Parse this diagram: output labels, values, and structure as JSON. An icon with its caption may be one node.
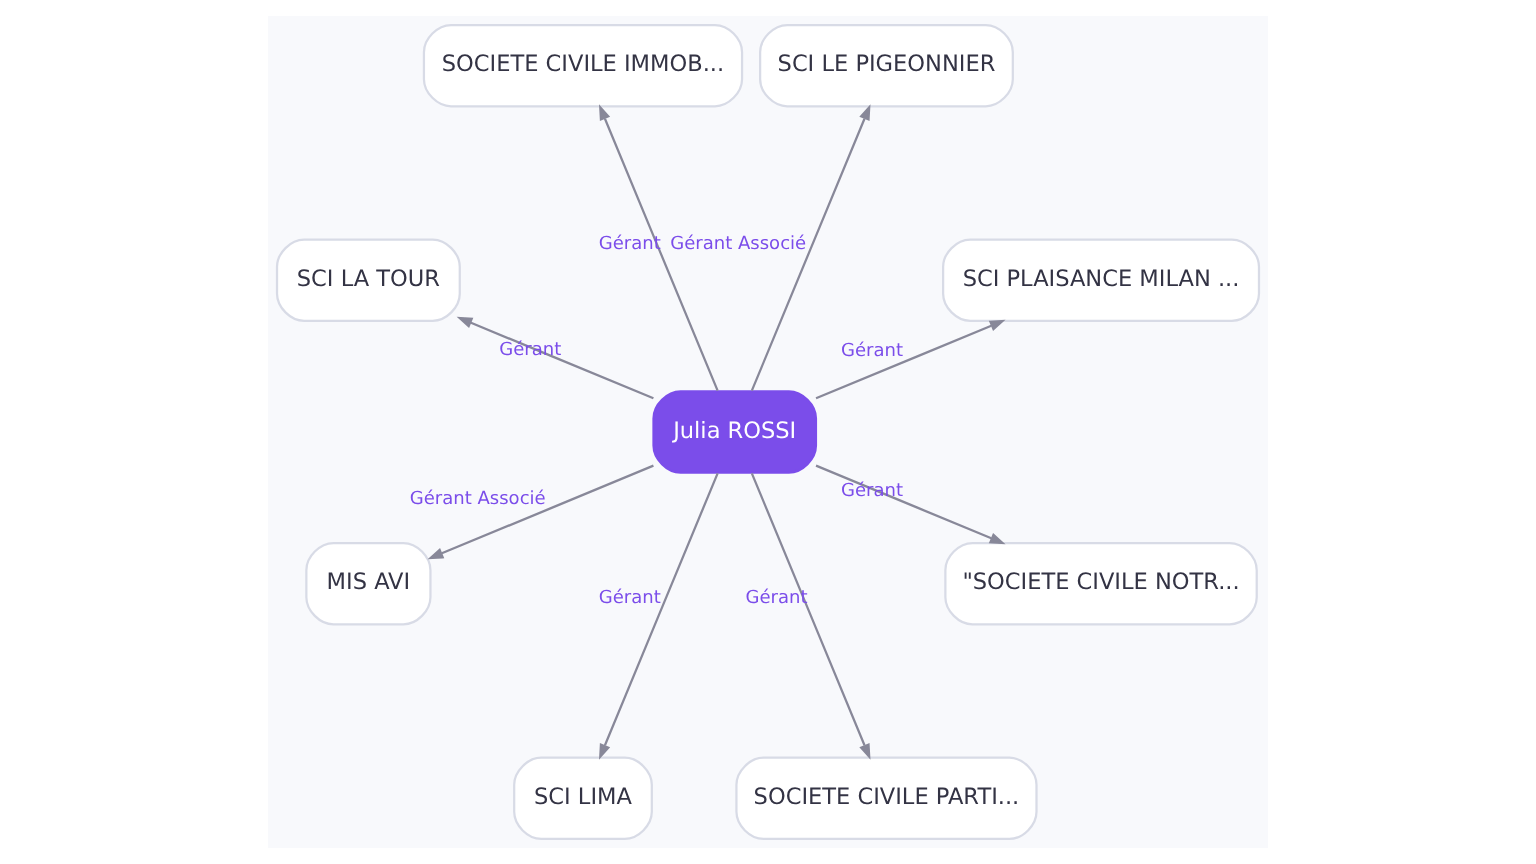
{
  "diagram": {
    "nodes": [
      {
        "text": [
          "Julia ROSSI"
        ]
      },
      {
        "text": [
          "SCI PLAISANCE MILAN ..."
        ]
      },
      {
        "text": [
          "SCI LE PIGEONNIER"
        ]
      },
      {
        "text": [
          "SOCIETE CIVILE IMMOB..."
        ]
      },
      {
        "text": [
          "SCI LA TOUR"
        ]
      },
      {
        "text": [
          "MIS AVI"
        ]
      },
      {
        "text": [
          "SCI LIMA"
        ]
      },
      {
        "text": [
          "SOCIETE CIVILE PARTI..."
        ]
      },
      {
        "text": [
          "\"SOCIETE CIVILE NOTR..."
        ]
      }
    ],
    "edges": [
      {
        "from": 0,
        "to": 1,
        "arrow": "to",
        "label": "Gérant"
      },
      {
        "from": 0,
        "to": 2,
        "arrow": "to",
        "label": "Gérant Associé"
      },
      {
        "from": 0,
        "to": 3,
        "arrow": "to",
        "label": "Gérant"
      },
      {
        "from": 0,
        "to": 4,
        "arrow": "to",
        "label": "Gérant"
      },
      {
        "from": 0,
        "to": 5,
        "arrow": "to",
        "label": "Gérant Associé"
      },
      {
        "from": 0,
        "to": 6,
        "arrow": "to",
        "label": "Gérant"
      },
      {
        "from": 0,
        "to": 7,
        "arrow": "to",
        "label": "Gérant"
      },
      {
        "from": 0,
        "to": 8,
        "arrow": "to",
        "label": "Gérant"
      }
    ]
  }
}
